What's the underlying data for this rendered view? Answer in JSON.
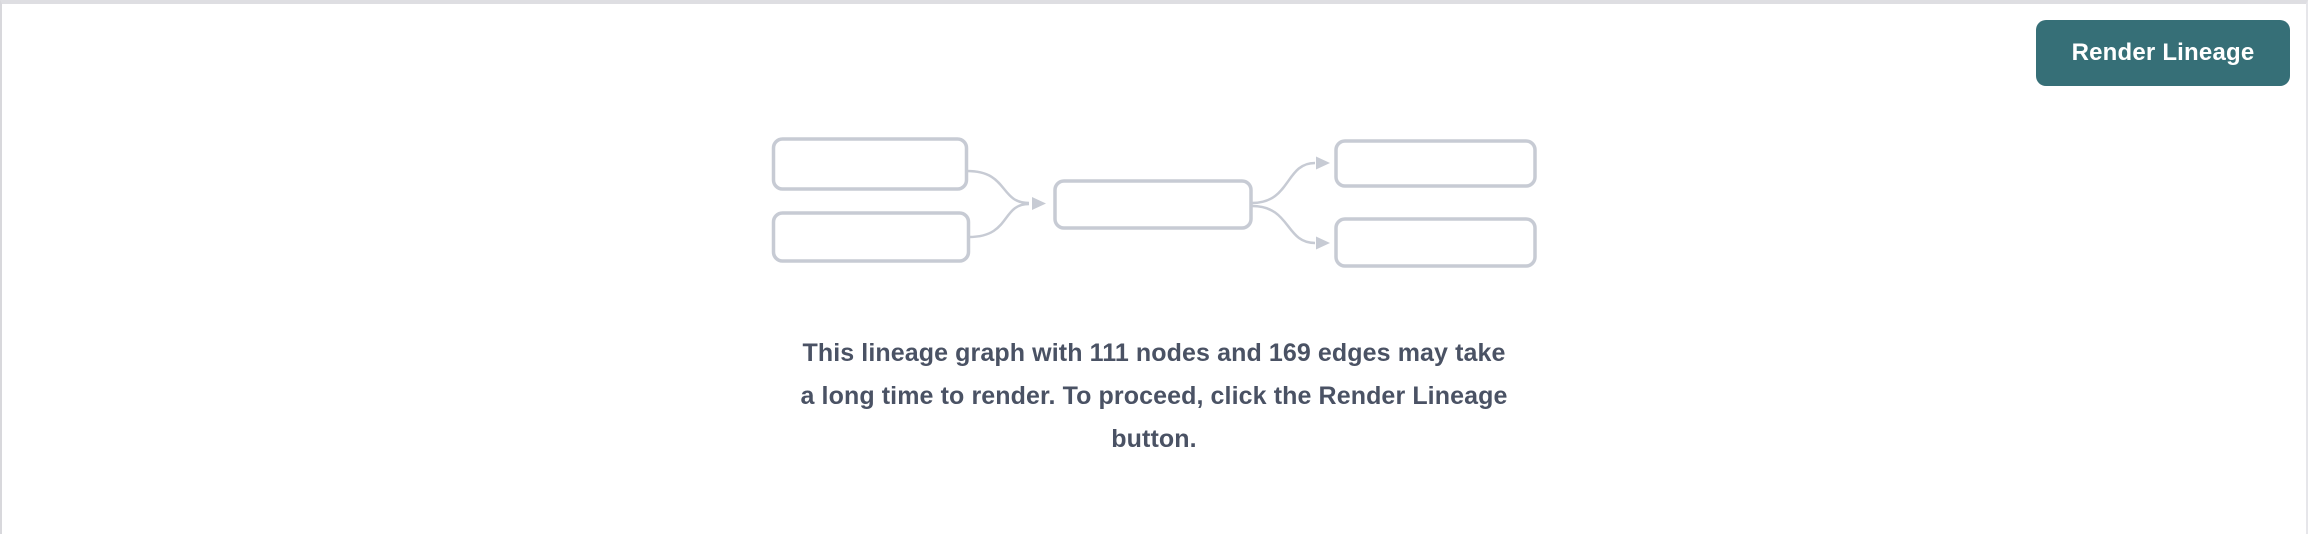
{
  "panel": {
    "render_button_label": "Render Lineage",
    "message_lines": [
      "This lineage graph with 111 nodes and 169 edges may take",
      "a long time to render. To proceed, click the Render Lineage",
      "button."
    ],
    "stats": {
      "nodes": 111,
      "edges": 169
    },
    "icons": {
      "placeholder_graphic": "lineage-graph-placeholder-icon"
    },
    "colors": {
      "button_bg": "#366F77",
      "button_text": "#FFFFFF",
      "message_text": "#4A5264",
      "diagram_stroke": "#C7CBD4",
      "top_border": "#DEDEE2",
      "side_border": "#D8D8DC",
      "background": "#FFFFFF"
    }
  }
}
